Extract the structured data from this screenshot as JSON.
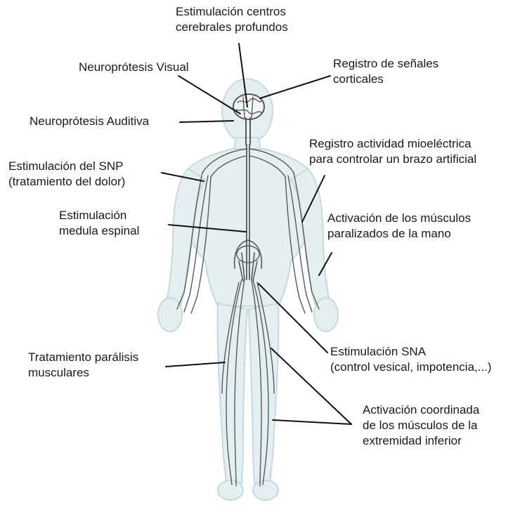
{
  "labels": {
    "centros_cerebrales": [
      "Estimulación centros",
      "cerebrales profundos"
    ],
    "neuroprotesis_visual": [
      "Neuroprótesis Visual"
    ],
    "registro_corticales": [
      "Registro de señales",
      "corticales"
    ],
    "neuroprotesis_auditiva": [
      "Neuroprótesis Auditiva"
    ],
    "registro_mioelectrica": [
      "Registro actividad mioeléctrica",
      "para controlar un brazo artificial"
    ],
    "estimulacion_snp": [
      "Estimulación del SNP",
      "(tratamiento del dolor)"
    ],
    "estimulacion_medula": [
      "Estimulación",
      "medula espinal"
    ],
    "activacion_mano": [
      "Activación de los músculos",
      "paralizados de la mano"
    ],
    "paralisis_musculares": [
      "Tratamiento parálisis",
      "musculares"
    ],
    "estimulacion_sna": [
      "Estimulación SNA",
      "(control vesical, impotencia,...)"
    ],
    "activacion_inferior": [
      "Activación coordinada",
      "de los músculos de la",
      "extremidad inferior"
    ]
  },
  "colors": {
    "body_fill": "#e3eff1",
    "body_outline": "#c4dade",
    "nerve": "#595959",
    "leader_line": "#111111",
    "text": "#1a1a1a"
  }
}
